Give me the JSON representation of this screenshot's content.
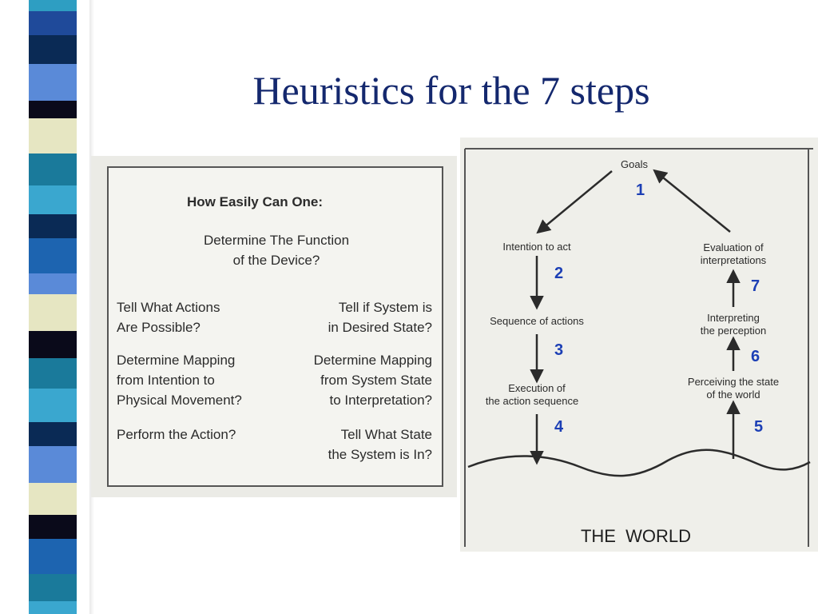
{
  "slide": {
    "title": "Heuristics for the 7 steps"
  },
  "stripe": {
    "colors": [
      "#1a7a9b",
      "#2e9ec2",
      "#1f4a9a",
      "#e6e6c2",
      "#0a2a55",
      "#3aa7cf",
      "#0a0a1a",
      "#5a8ad8",
      "#1d64b0"
    ]
  },
  "left_box": {
    "heading": "How Easily Can One:",
    "lines": [
      "Determine The Function",
      "of the Device?",
      "Tell What Actions",
      "Are Possible?",
      "Tell if System is",
      "in Desired State?",
      "Determine Mapping",
      "from Intention to",
      "Physical Movement?",
      "Determine Mapping",
      "from System State",
      "to Interpretation?",
      "Perform the Action?",
      "Tell What State",
      "the System is In?"
    ]
  },
  "diagram": {
    "goals": "Goals",
    "intention": "Intention to act",
    "sequence": "Sequence of actions",
    "execution_1": "Execution of",
    "execution_2": "the action sequence",
    "evaluation_1": "Evaluation of",
    "evaluation_2": "interpretations",
    "interpreting_1": "Interpreting",
    "interpreting_2": "the perception",
    "perceiving_1": "Perceiving the state",
    "perceiving_2": "of the world",
    "world": "THE  WORLD",
    "steps": [
      "1",
      "2",
      "3",
      "4",
      "5",
      "6",
      "7"
    ],
    "step_color": "#1c3fb5"
  }
}
